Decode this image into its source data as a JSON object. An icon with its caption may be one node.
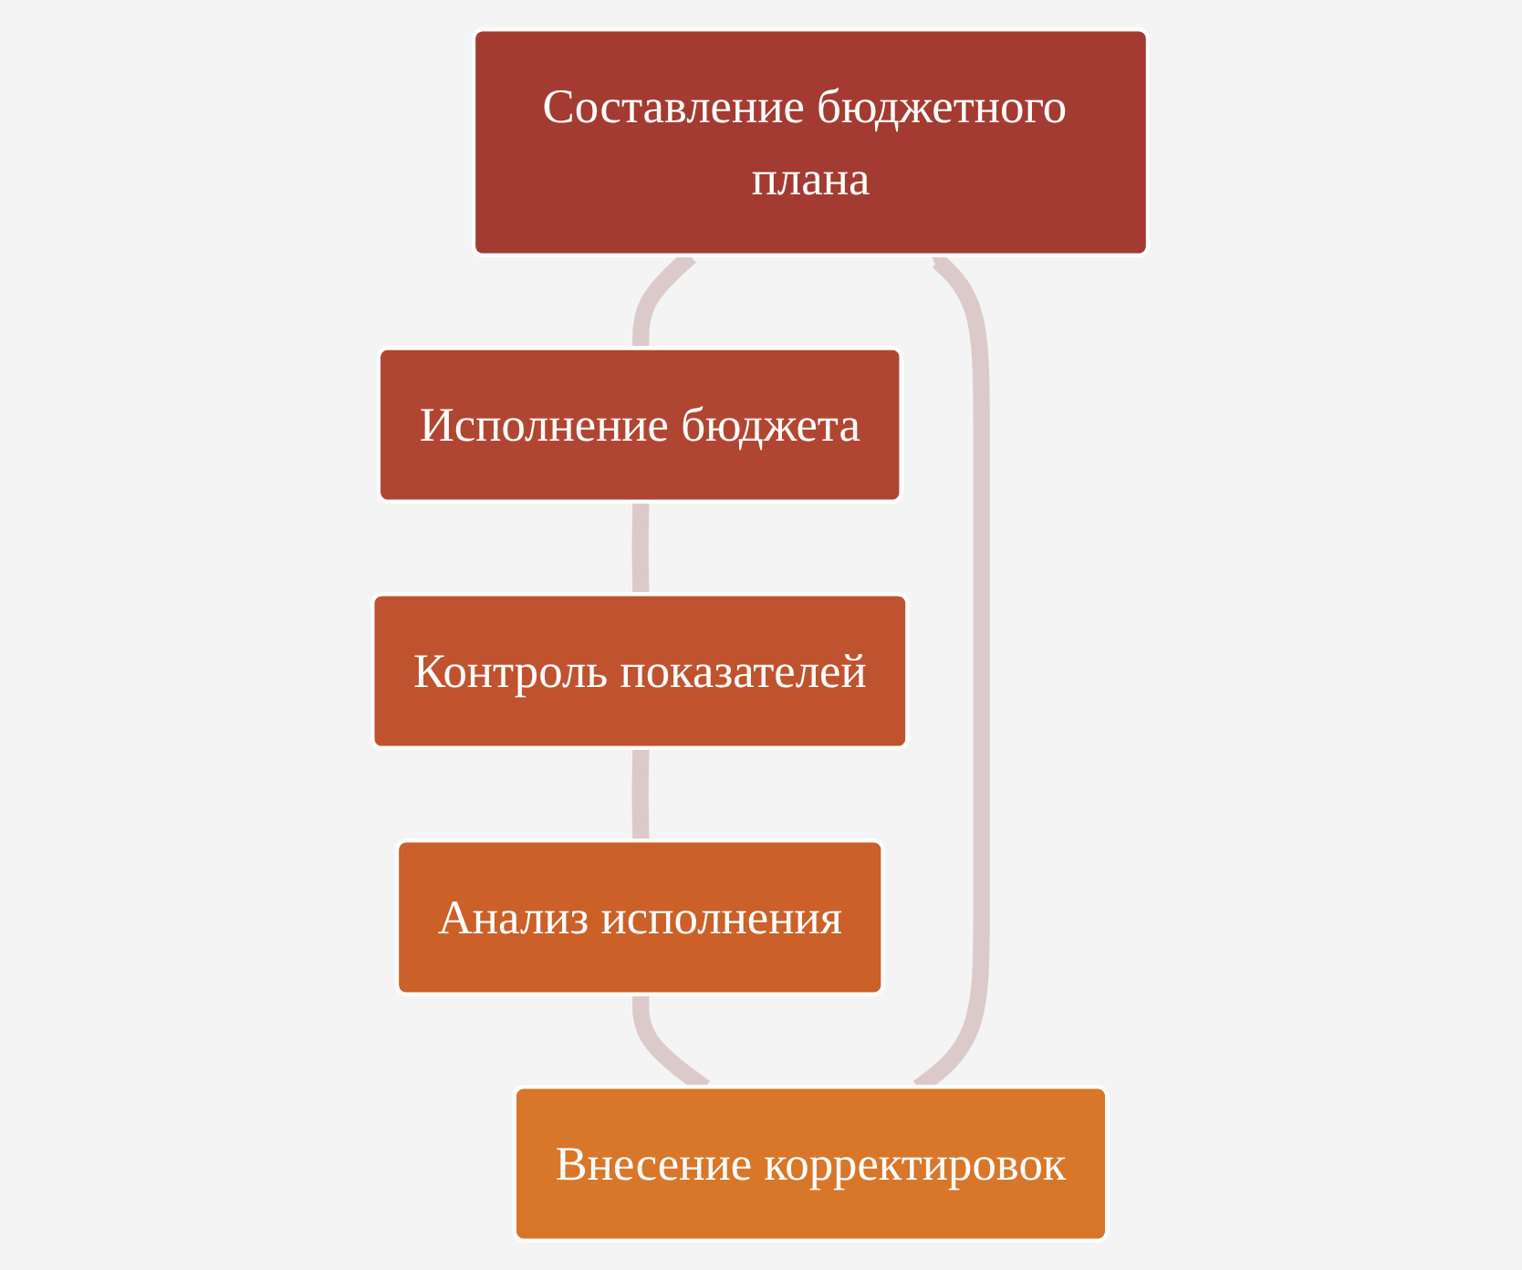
{
  "diagram": {
    "nodes": [
      {
        "text": [
          "Составление бюджетного плана"
        ]
      },
      {
        "text": [
          "Исполнение бюджета"
        ]
      },
      {
        "text": [
          "Контроль показателей"
        ]
      },
      {
        "text": [
          "Анализ исполнения"
        ]
      },
      {
        "text": [
          "Внесение корректировок"
        ]
      }
    ],
    "edges": [
      {
        "from": 0,
        "to": 1,
        "arrow": "none"
      },
      {
        "from": 1,
        "to": 2,
        "arrow": "none"
      },
      {
        "from": 2,
        "to": 3,
        "arrow": "none"
      },
      {
        "from": 3,
        "to": 4,
        "arrow": "none"
      },
      {
        "from": 4,
        "to": 0,
        "arrow": "to"
      }
    ]
  }
}
